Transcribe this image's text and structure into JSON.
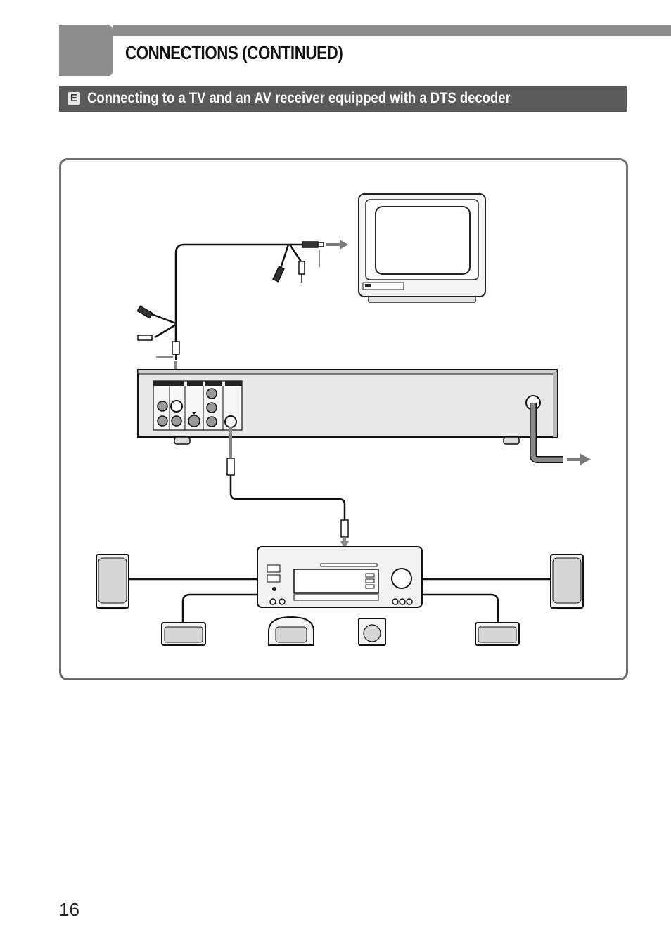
{
  "header": {
    "title": "CONNECTIONS (CONTINUED)"
  },
  "section": {
    "badge": "E",
    "title": "Connecting to a TV and an AV receiver equipped with a DTS decoder"
  },
  "footer": {
    "page_number": "16"
  },
  "colors": {
    "band_gray": "#8c8c8c",
    "section_bar": "#5a5a5a",
    "frame_gray": "#6e6e6e",
    "arrow_gray": "#7a7a7a"
  }
}
